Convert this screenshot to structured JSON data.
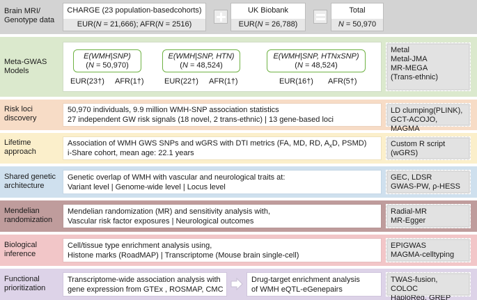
{
  "header": {
    "label": "Brain MRI/\nGenotype data",
    "charge_title": "CHARGE (23 population-basedcohorts)",
    "charge_sub_pre": "EUR(",
    "charge_sub_n1": "N",
    "charge_sub_mid": " = 21,666); AFR(",
    "charge_sub_n2": "N",
    "charge_sub_post": " = 2516)",
    "ukb_title": "UK Biobank",
    "ukb_sub_pre": "EUR(",
    "ukb_sub_n": "N",
    "ukb_sub_post": " = 26,788)",
    "total_title": "Total",
    "total_sub_n": "N",
    "total_sub_post": " = 50,970",
    "plus": "+",
    "equals": "="
  },
  "meta": {
    "label": "Meta-GWAS\nModels",
    "models": [
      {
        "formula": "E(WMH|SNP)",
        "n_pre": "(",
        "n_n": "N",
        "n_post": " = 50,970)",
        "eur": "EUR(23†)",
        "afr": "AFR(1†)"
      },
      {
        "formula": "E(WMH|SNP, HTN)",
        "n_pre": "(",
        "n_n": "N",
        "n_post": " = 48,524)",
        "eur": "EUR(22†)",
        "afr": "AFR(1†)"
      },
      {
        "formula": "E(WMH|SNP, HTNxSNP)",
        "n_pre": "(",
        "n_n": "N",
        "n_post": " = 48,524)",
        "eur": "EUR(16†)",
        "afr": "AFR(5†)"
      }
    ],
    "tools": [
      "Metal",
      "Metal-JMA",
      "MR-MEGA",
      "(Trans-ethnic)"
    ]
  },
  "risk": {
    "label": "Risk loci\ndiscovery",
    "line1": "50,970 individuals, 9.9 million WMH-SNP association statistics",
    "line2": "27 independent GW risk signals (18 novel, 2 trans-ethnic) | 13 gene-based loci",
    "tools": [
      "LD clumping(PLINK),",
      "GCT-ACOJO, MAGMA"
    ]
  },
  "lifetime": {
    "label": "Lifetime\napproach",
    "line1_pre": "Association of WMH GWS SNPs and wGRS with DTI metrics (FA, MD, RD, A",
    "line1_sub": "x",
    "line1_post": "D, PSMD)",
    "line2": "i-Share cohort, mean age: 22.1 years",
    "tools": [
      "Custom R script",
      "(wGRS)"
    ]
  },
  "shared": {
    "label": "Shared genetic\narchitecture",
    "line1": "Genetic overlap of WMH with vascular and neurological traits at:",
    "line2": "Variant level   | Genome-wide level   | Locus level",
    "tools": [
      "GEC, LDSR",
      "GWAS-PW, ρ-HESS"
    ]
  },
  "mendelian": {
    "label": "Mendelian\nrandomization",
    "line1": "Mendelian randomization (MR) and sensitivity analysis with,",
    "line2": "Vascular risk factor exposures   |   Neurological outcomes",
    "tools": [
      "Radial-MR",
      "MR-Egger"
    ]
  },
  "biological": {
    "label": "Biological\ninference",
    "line1": "Cell/tissue type enrichment analysis using,",
    "line2": "Histone marks (RoadMAP)  | Transcriptome (Mouse brain single-cell)",
    "tools": [
      "EPIGWAS",
      "MAGMA-celltyping"
    ]
  },
  "functional": {
    "label": "Functional\nprioritization",
    "left_line1": "Transcriptome-wide association analysis with",
    "left_line2": "gene expression from  GTEx , ROSMAP, CMC",
    "right_line1": "Drug-target enrichment analysis",
    "right_line2": "of WMH eQTL-eGenepairs",
    "tools": [
      "TWAS-fusion, COLOC",
      "HaploReg, GREP"
    ]
  },
  "colors": {
    "header": "#d3d3d3",
    "meta": "#dbe9cd",
    "risk": "#f7dcc6",
    "lifetime": "#fbefcb",
    "shared": "#cfe0ee",
    "mendelian": "#bf9c9c",
    "biological": "#f2c6c8",
    "functional": "#ddd3e8",
    "model_border": "#6fb244"
  }
}
